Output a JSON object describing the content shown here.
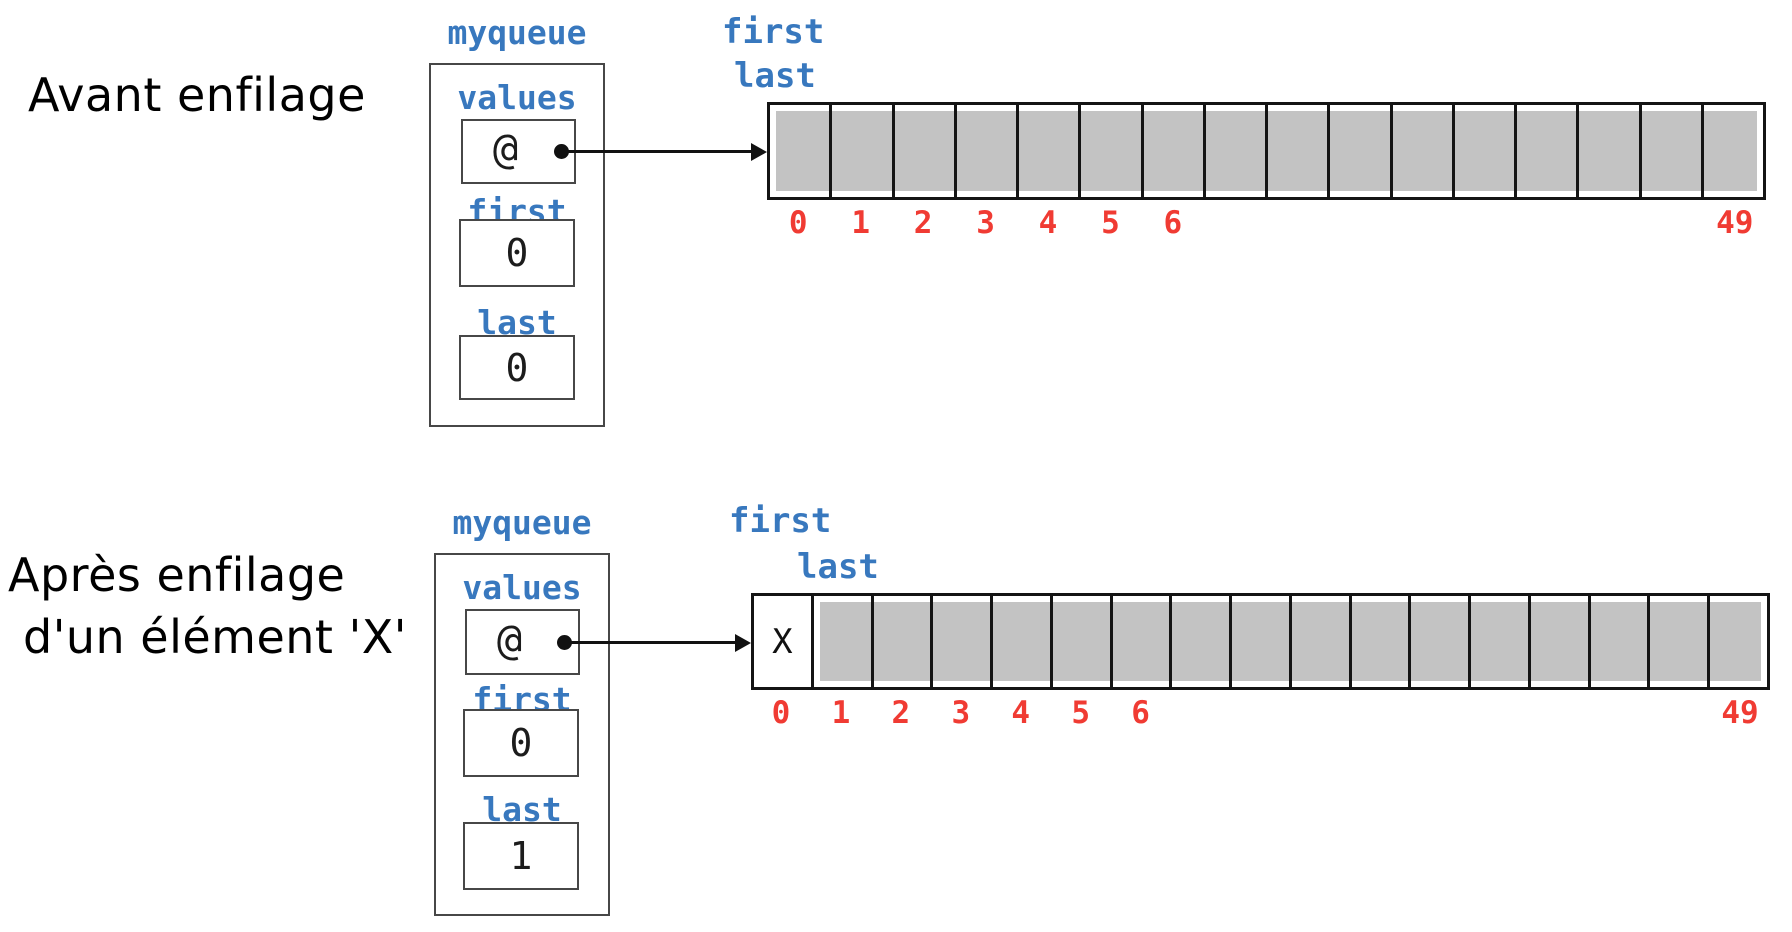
{
  "colors": {
    "blue": "#3878BE",
    "red": "#F03B33",
    "gray": "#C3C3C3"
  },
  "diagrams": [
    {
      "caption": {
        "line1": "Avant enfilage",
        "line2": ""
      },
      "object_label": "myqueue",
      "fields": [
        {
          "label": "values",
          "value": "@"
        },
        {
          "label": "first",
          "value": "0"
        },
        {
          "label": "last",
          "value": "0"
        }
      ],
      "pointer_labels": {
        "first": "first",
        "last": "last"
      },
      "array": {
        "num_cells": 16,
        "gray_from_cell": 0,
        "cell_contents": {},
        "index_labels": [
          {
            "cell": 0,
            "text": "0"
          },
          {
            "cell": 1,
            "text": "1"
          },
          {
            "cell": 2,
            "text": "2"
          },
          {
            "cell": 3,
            "text": "3"
          },
          {
            "cell": 4,
            "text": "4"
          },
          {
            "cell": 5,
            "text": "5"
          },
          {
            "cell": 6,
            "text": "6"
          },
          {
            "cell": 15,
            "text": "49"
          }
        ]
      }
    },
    {
      "caption": {
        "line1": "Après enfilage",
        "line2": "d'un élément 'X'"
      },
      "object_label": "myqueue",
      "fields": [
        {
          "label": "values",
          "value": "@"
        },
        {
          "label": "first",
          "value": "0"
        },
        {
          "label": "last",
          "value": "1"
        }
      ],
      "pointer_labels": {
        "first": "first",
        "last": "last"
      },
      "array": {
        "num_cells": 17,
        "gray_from_cell": 1,
        "cell_contents": {
          "0": "X"
        },
        "index_labels": [
          {
            "cell": 0,
            "text": "0"
          },
          {
            "cell": 1,
            "text": "1"
          },
          {
            "cell": 2,
            "text": "2"
          },
          {
            "cell": 3,
            "text": "3"
          },
          {
            "cell": 4,
            "text": "4"
          },
          {
            "cell": 5,
            "text": "5"
          },
          {
            "cell": 6,
            "text": "6"
          },
          {
            "cell": 16,
            "text": "49"
          }
        ]
      }
    }
  ]
}
